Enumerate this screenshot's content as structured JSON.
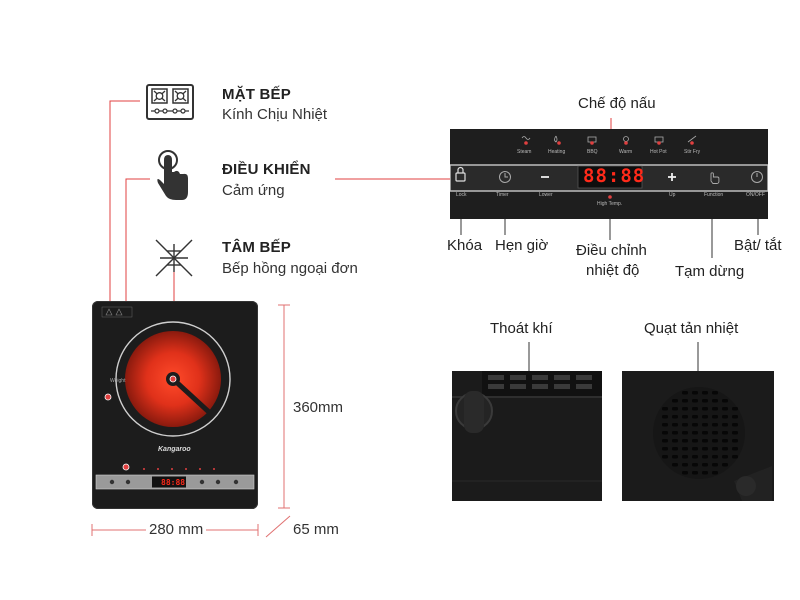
{
  "features": [
    {
      "title": "MẶT BẾP",
      "subtitle": "Kính Chịu Nhiệt",
      "icon": "gas-stove-icon"
    },
    {
      "title": "ĐIỀU KHIỂN",
      "subtitle": "Cảm ứng",
      "icon": "touch-hand-icon"
    },
    {
      "title": "TÂM BẾP",
      "subtitle": "Bếp hồng ngoại đơn",
      "icon": "heat-burst-icon"
    }
  ],
  "product": {
    "brand": "Kangaroo",
    "width": "280 mm",
    "height": "360mm",
    "depth": "65 mm",
    "display": "88:88",
    "side_label": "Weight"
  },
  "panel": {
    "modes": [
      "Steam",
      "Heating",
      "BBQ",
      "Warm",
      "Hot Pot",
      "Stir Fry"
    ],
    "controls": {
      "lock": "Lock",
      "timer": "Timer",
      "lower": "Lower",
      "up": "Up",
      "function": "Function",
      "onoff": "ON/OFF",
      "high_temp": "High Temp."
    },
    "display": "88:88"
  },
  "callouts": {
    "mode": "Chế độ nấu",
    "lock": "Khóa",
    "timer": "Hẹn giờ",
    "adjust_line1": "Điều chỉnh",
    "adjust_line2": "nhiệt độ",
    "pause": "Tạm dừng",
    "power": "Bật/ tắt",
    "exhaust": "Thoát khí",
    "fan": "Quạt tản nhiệt"
  },
  "colors": {
    "accent_red": "#e04040",
    "glass_black": "#1c1c1c",
    "display_red": "#ff2a1a",
    "burner_red": "#e0311a"
  }
}
